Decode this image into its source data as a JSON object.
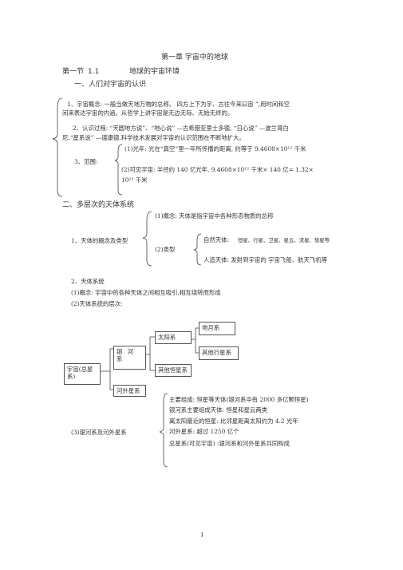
{
  "chapter_title": "第一章    宇宙中的地球",
  "section": {
    "label": "第一节",
    "number": "1.1",
    "title": "地球的宇宙环境"
  },
  "part1": {
    "heading": "一、人们对宇宙的认识",
    "item1_line1": "1、宇宙概念:    一般当做天地万物的总称。        四方上下为宇、古往今来曰宙    ”,用时间和空",
    "item1_line2": "间来表达宇宙的内涵。从哲学上讲宇宙是无边无际、无始无终的。",
    "item2_line1": "2、认识过程:   “天圆地方说”、“地心说”   —古希腊亚里士多德,      “日心说”   —波兰哥白",
    "item2_line2": "尼,“星系说”   —德康德,科学技术发展对宇宙的认识范围在不断地扩大。",
    "item3_label": "3、范围:",
    "range1": "(1)光年:  光在“真空”里一年所传播的距离,      约等于  9.4608×10¹² 千米",
    "range2_line1": "(2)可见宇宙:    半径约   140 亿光年,   9.4608×10¹² 千米×  140 亿= 1.32×",
    "range2_line2": "10²³ 千米"
  },
  "part2": {
    "heading": "二、多层次的天体系统",
    "item1_label": "1、天体的概念及类型",
    "concept": "(1)概念:   天体是指宇宙中各种形态物质的总称",
    "type_label": "(2)类型",
    "natural": "自然天体:",
    "natural_list": "恒星、行星、卫星、星云、流星、彗星等",
    "artificial": "人造天体:     发射到宇宙的  宇宙飞船、航天飞机等",
    "item2_label": "2、天体系统",
    "system_concept": "(1)概念:   宇宙中的各种天体之间相互吸引,相互绕转而形成",
    "system_levels": "(2)天体系统的层次:",
    "tree": {
      "universe": "宇宙(总星系)",
      "galaxy": "银 河 系",
      "extragalactic": "河外星系",
      "solar": "太阳系",
      "other_stars": "其他恒星系",
      "earth_moon": "地月系",
      "other_planets": "其他行星系"
    },
    "item3_label": "(3)银河系及河外星系",
    "galaxy_facts": [
      "主要组成:   恒星等天体(银河系中有       2000 多亿颗恒星)",
      "银河系主要组成天体:        恒星和星云两类",
      "离太阳最近的恒星:       比邻星距离太阳约为      4.2 光年",
      "河外星系:    超过   1250 亿个",
      "总星系(可见宇宙)    :银河系和河外星系共同构成"
    ]
  },
  "page_number": "1"
}
